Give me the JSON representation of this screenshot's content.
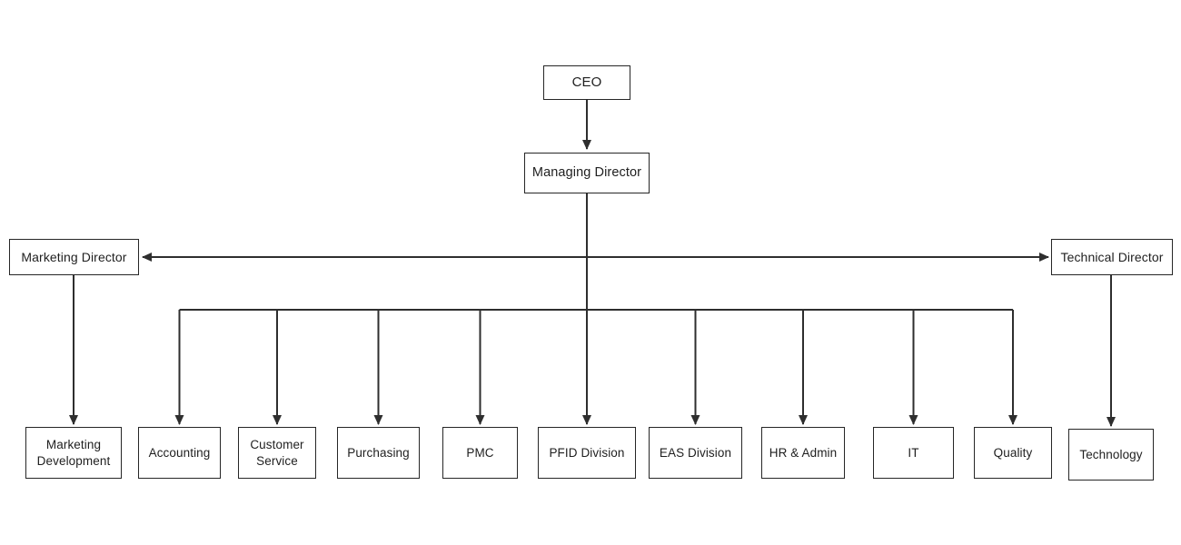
{
  "diagram": {
    "type": "org-chart",
    "nodes": {
      "ceo": {
        "label": "CEO"
      },
      "managing_director": {
        "label": "Managing Director"
      },
      "marketing_director": {
        "label": "Marketing Director"
      },
      "technical_director": {
        "label": "Technical Director"
      },
      "departments": [
        {
          "label": "Marketing Development"
        },
        {
          "label": "Accounting"
        },
        {
          "label": "Customer Service"
        },
        {
          "label": "Purchasing"
        },
        {
          "label": "PMC"
        },
        {
          "label": "PFID Division"
        },
        {
          "label": "EAS Division"
        },
        {
          "label": "HR & Admin"
        },
        {
          "label": "IT"
        },
        {
          "label": "Quality"
        },
        {
          "label": "Technology"
        }
      ]
    },
    "edges": [
      {
        "from": "CEO",
        "to": "Managing Director",
        "arrow": "down"
      },
      {
        "from": "Managing Director",
        "to": "Marketing Director",
        "arrow": "left"
      },
      {
        "from": "Managing Director",
        "to": "Technical Director",
        "arrow": "right"
      },
      {
        "from": "Marketing Director",
        "to": "Marketing Development",
        "arrow": "down"
      },
      {
        "from": "Managing Director",
        "to": "Accounting",
        "arrow": "down"
      },
      {
        "from": "Managing Director",
        "to": "Customer Service",
        "arrow": "down"
      },
      {
        "from": "Managing Director",
        "to": "Purchasing",
        "arrow": "down"
      },
      {
        "from": "Managing Director",
        "to": "PMC",
        "arrow": "down"
      },
      {
        "from": "Managing Director",
        "to": "PFID Division",
        "arrow": "down"
      },
      {
        "from": "Managing Director",
        "to": "EAS Division",
        "arrow": "down"
      },
      {
        "from": "Managing Director",
        "to": "HR & Admin",
        "arrow": "down"
      },
      {
        "from": "Managing Director",
        "to": "IT",
        "arrow": "down"
      },
      {
        "from": "Managing Director",
        "to": "Quality",
        "arrow": "down"
      },
      {
        "from": "Technical Director",
        "to": "Technology",
        "arrow": "down"
      }
    ],
    "colors": {
      "line": "#2e2e2e",
      "box_border": "#262626",
      "box_fill": "#ffffff",
      "text": "#1f1f1f",
      "background": "#ffffff"
    }
  }
}
